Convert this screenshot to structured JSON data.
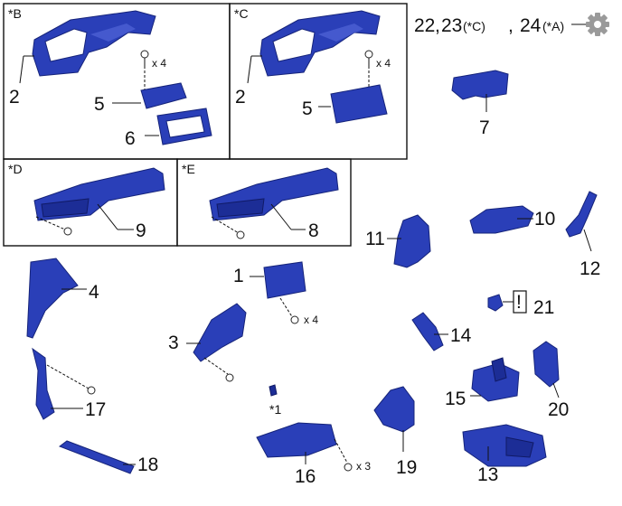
{
  "legend": {
    "n22": "22",
    "comma1": ",",
    "n23": "23",
    "n23_tag": "(*C)",
    "comma2": ",",
    "n24": "24",
    "n24_tag": "(*A)",
    "icon": "gear-icon"
  },
  "boxes": {
    "b": {
      "tag": "*B",
      "labels": [
        "2",
        "5",
        "6"
      ],
      "qty": "x 4"
    },
    "c": {
      "tag": "*C",
      "labels": [
        "2",
        "5"
      ],
      "qty": "x 4"
    },
    "d": {
      "tag": "*D",
      "labels": [
        "9"
      ]
    },
    "e": {
      "tag": "*E",
      "labels": [
        "8"
      ]
    }
  },
  "labels": {
    "p7": "7",
    "p10": "10",
    "p11": "11",
    "p12": "12",
    "p4": "4",
    "p1": "1",
    "p1_qty": "x 4",
    "p3": "3",
    "p21": "21",
    "p14": "14",
    "p17": "17",
    "p15": "15",
    "p20": "20",
    "p18": "18",
    "p16": "16",
    "p16_qty": "x 3",
    "p16_tag": "*1",
    "p19": "19",
    "p13": "13",
    "caution": "!"
  },
  "colors": {
    "part": "#2a3fb8",
    "part_dark": "#1c2d96",
    "icon": "#9a9a9a"
  }
}
